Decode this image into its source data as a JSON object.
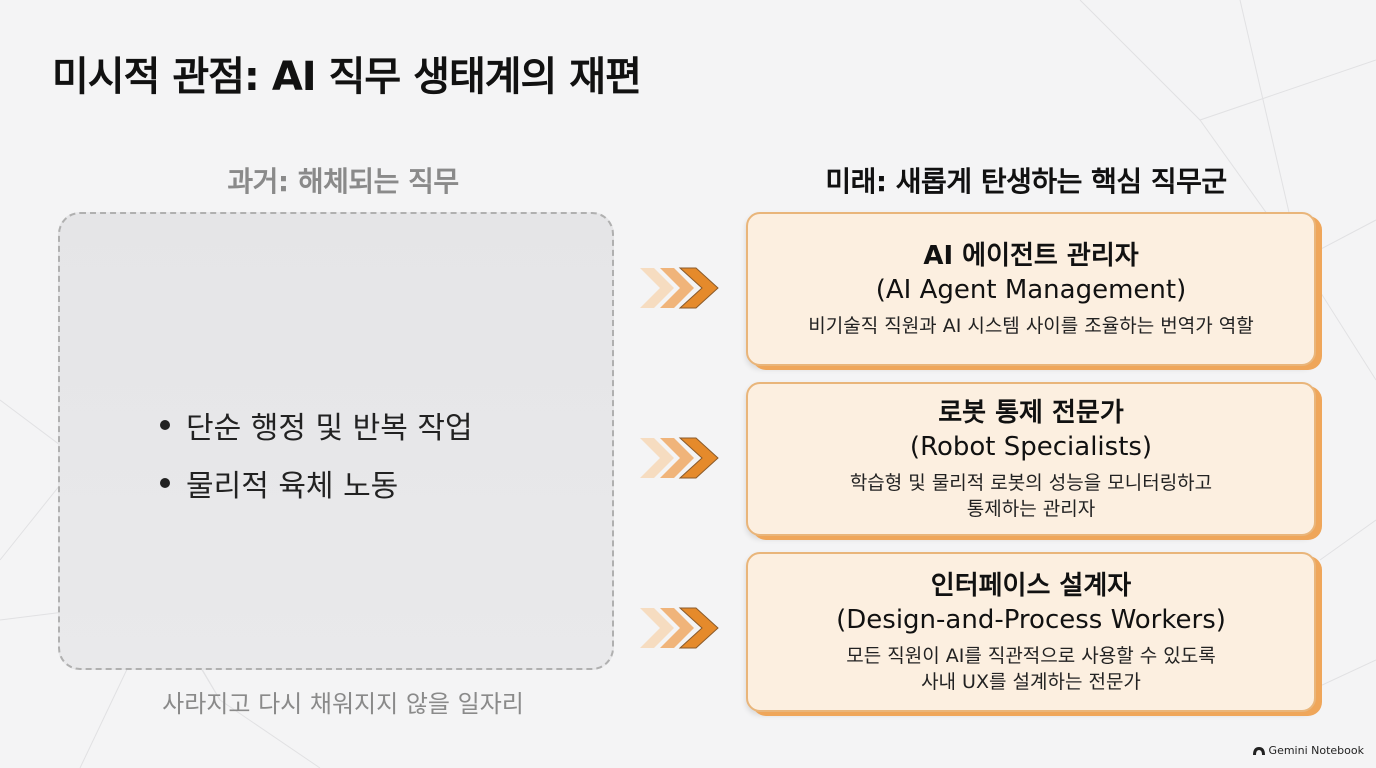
{
  "title": "미시적 관점: AI 직무 생태계의 재편",
  "past": {
    "heading": "과거: 해체되는 직무",
    "items": [
      "단순 행정 및 반복 작업",
      "물리적 육체 노동"
    ],
    "caption": "사라지고 다시 채워지지 않을 일자리"
  },
  "future": {
    "heading": "미래: 새롭게 탄생하는 핵심 직무군",
    "cards": [
      {
        "title": "AI 에이전트 관리자",
        "subtitle": "(AI Agent Management)",
        "description": "비기술직 직원과 AI 시스템 사이를 조율하는 번역가 역할"
      },
      {
        "title": "로봇 통제 전문가",
        "subtitle": "(Robot Specialists)",
        "description": "학습형 및 물리적 로봇의 성능을 모니터링하고\n통제하는 관리자"
      },
      {
        "title": "인터페이스 설계자",
        "subtitle": "(Design-and-Process Workers)",
        "description": "모든 직원이 AI를 직관적으로 사용할 수 있도록\n사내 UX를 설계하는 전문가"
      }
    ]
  },
  "brand": {
    "label": "Gemini Notebook",
    "icon": "notebook-logo-icon"
  },
  "colors": {
    "accent": "#e58a2b",
    "card_bg": "#fcefe0",
    "muted_text": "#8a8a8a",
    "background": "#f4f4f5"
  }
}
